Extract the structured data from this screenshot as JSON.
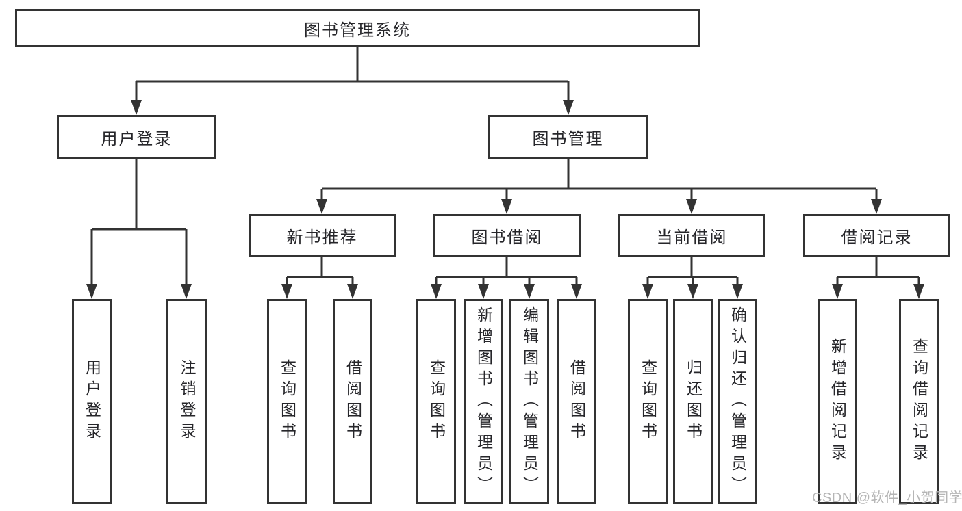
{
  "colors": {
    "line": "#333333",
    "text": "#26262a",
    "watermark": "#b5b5b5",
    "background": "#ffffff"
  },
  "tree": {
    "root": {
      "label": "图书管理系统"
    },
    "branches": [
      {
        "label": "用户登录",
        "children": [
          {
            "label": "用户登录"
          },
          {
            "label": "注销登录"
          }
        ]
      },
      {
        "label": "图书管理",
        "children": [
          {
            "label": "新书推荐",
            "children": [
              {
                "label": "查询图书"
              },
              {
                "label": "借阅图书"
              }
            ]
          },
          {
            "label": "图书借阅",
            "children": [
              {
                "label": "查询图书"
              },
              {
                "label": "新增图书（管理员）"
              },
              {
                "label": "编辑图书（管理员）"
              },
              {
                "label": "借阅图书"
              }
            ]
          },
          {
            "label": "当前借阅",
            "children": [
              {
                "label": "查询图书"
              },
              {
                "label": "归还图书"
              },
              {
                "label": "确认归还（管理员）"
              }
            ]
          },
          {
            "label": "借阅记录",
            "children": [
              {
                "label": "新增借阅记录"
              },
              {
                "label": "查询借阅记录"
              }
            ]
          }
        ]
      }
    ]
  },
  "watermark": {
    "text": "CSDN @软件_小贺同学"
  }
}
